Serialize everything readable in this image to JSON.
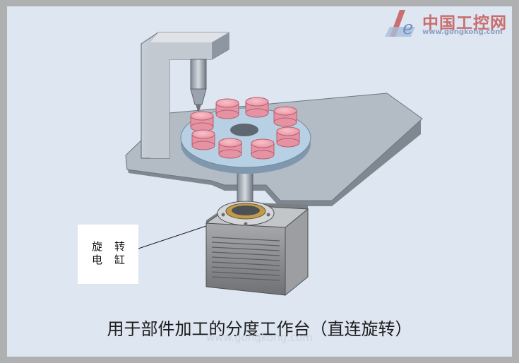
{
  "logo": {
    "name": "中国工控网",
    "url": "www.gongkong.com"
  },
  "callout": {
    "line1": "旋转",
    "line2": "电缸"
  },
  "caption": "用于部件加工的分度工作台（直连旋转）",
  "watermark": "www.gongkong.com",
  "colors": {
    "background": "#dde6f1",
    "table": "#aeb6bf",
    "parts": "#f2a8b5",
    "disk": "#b9d2e6",
    "cylinder_body": "#8d8f92"
  }
}
